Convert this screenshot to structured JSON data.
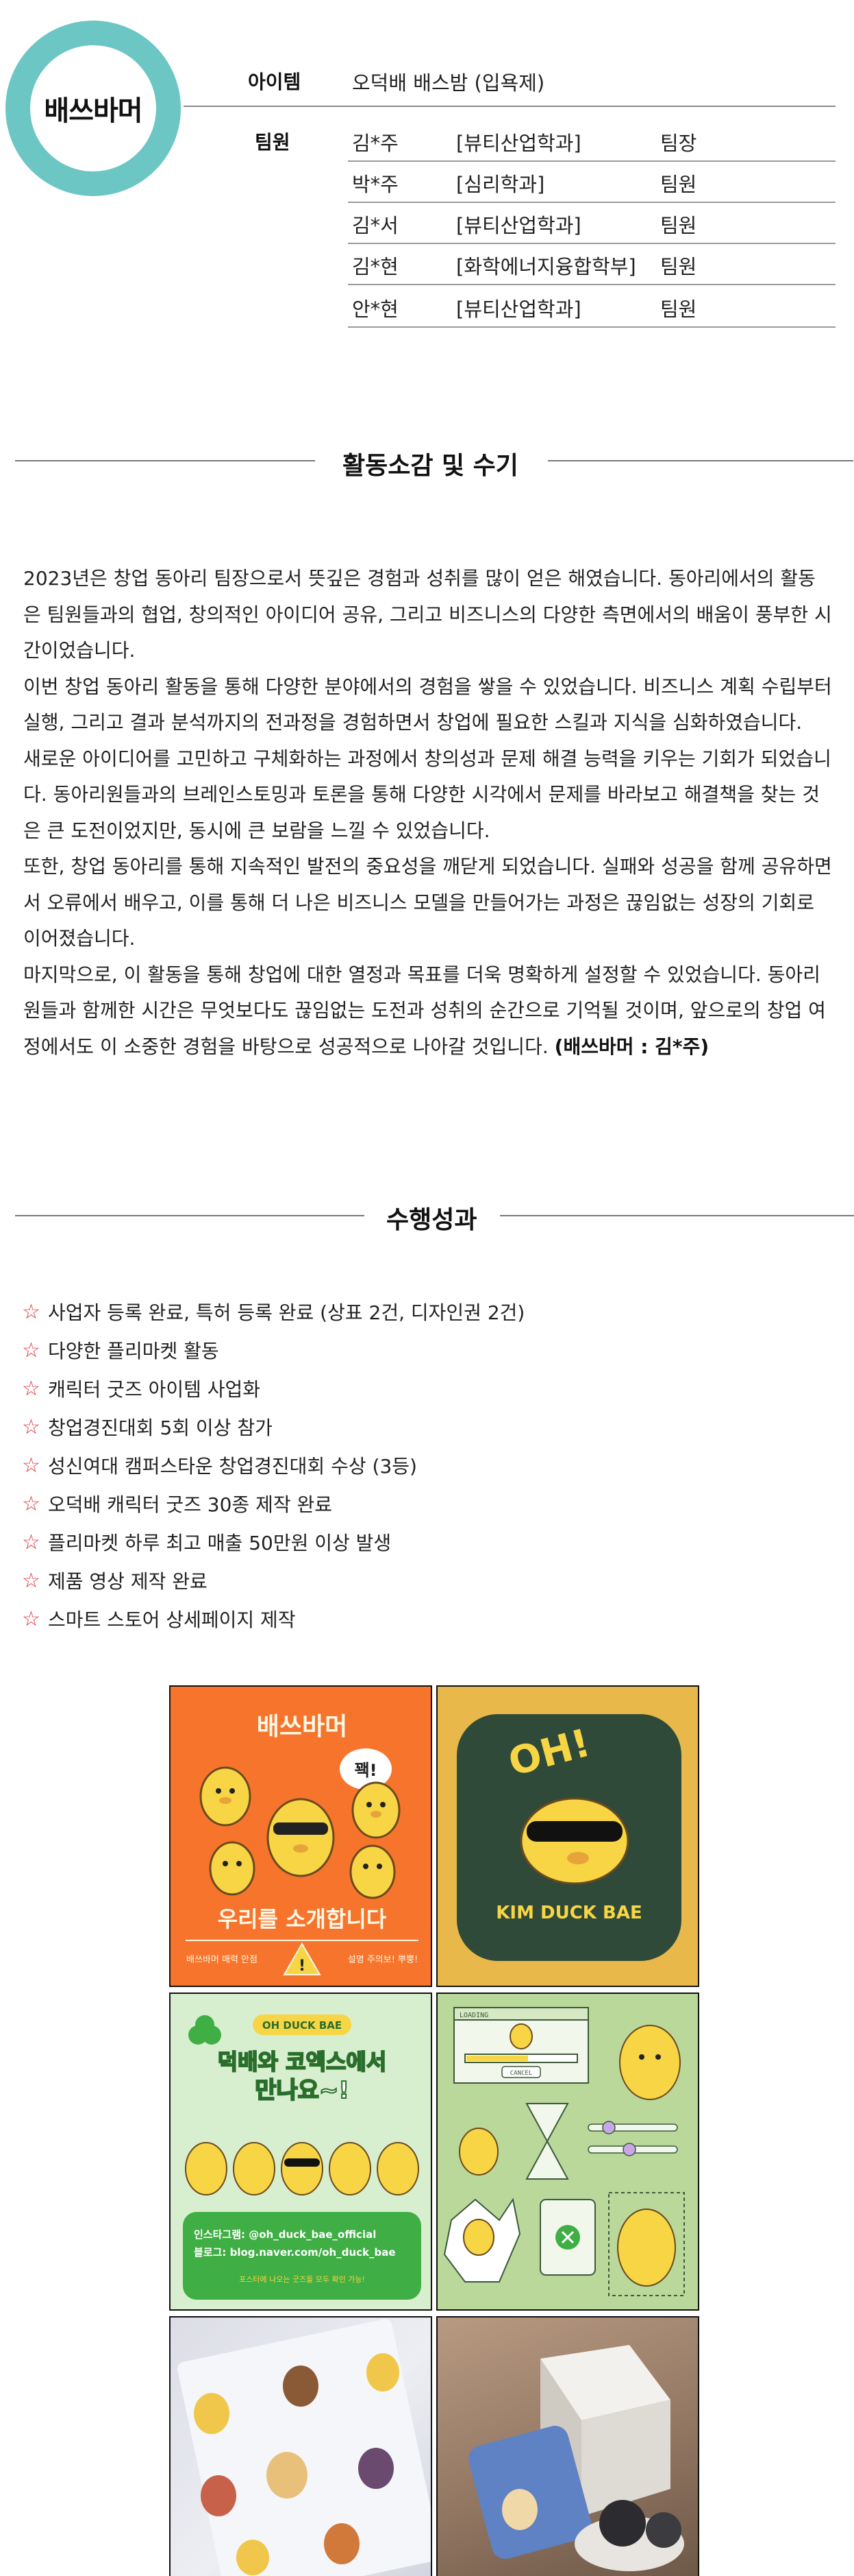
{
  "logo": {
    "text": "배쓰바머"
  },
  "item": {
    "label": "아이템",
    "value": "오덕배 배스밤 (입욕제)"
  },
  "team": {
    "label": "팀원",
    "members": [
      {
        "name": "김*주",
        "dept": "[뷰티산업학과]",
        "role": "팀장"
      },
      {
        "name": "박*주",
        "dept": "[심리학과]",
        "role": "팀원"
      },
      {
        "name": "김*서",
        "dept": "[뷰티산업학과]",
        "role": "팀원"
      },
      {
        "name": "김*현",
        "dept": "[화학에너지융합학부]",
        "role": "팀원"
      },
      {
        "name": "안*현",
        "dept": "[뷰티산업학과]",
        "role": "팀원"
      }
    ]
  },
  "review": {
    "title": "활동소감 및 수기",
    "paragraphs": [
      "2023년은 창업 동아리 팀장으로서 뜻깊은 경험과 성취를 많이 얻은 해였습니다. 동아리에서의 활동은 팀원들과의 협업, 창의적인 아이디어 공유, 그리고 비즈니스의 다양한 측면에서의 배움이 풍부한 시간이었습니다.",
      "이번 창업 동아리 활동을 통해 다양한 분야에서의 경험을 쌓을 수 있었습니다. 비즈니스 계획 수립부터 실행, 그리고 결과 분석까지의 전과정을 경험하면서 창업에 필요한 스킬과 지식을 심화하였습니다.",
      "새로운 아이디어를 고민하고 구체화하는 과정에서 창의성과 문제 해결 능력을 키우는 기회가 되었습니다. 동아리원들과의 브레인스토밍과 토론을 통해 다양한 시각에서 문제를 바라보고 해결책을 찾는 것은 큰 도전이었지만, 동시에 큰 보람을 느낄 수 있었습니다.",
      "또한, 창업 동아리를 통해 지속적인 발전의 중요성을 깨닫게 되었습니다. 실패와 성공을 함께 공유하면서 오류에서 배우고, 이를 통해 더 나은 비즈니스 모델을 만들어가는 과정은 끊임없는 성장의 기회로 이어졌습니다.",
      "마지막으로, 이 활동을 통해 창업에 대한 열정과 목표를 더욱 명확하게 설정할 수 있었습니다. 동아리원들과 함께한 시간은 무엇보다도 끊임없는 도전과 성취의 순간으로 기억될 것이며, 앞으로의 창업 여정에서도 이 소중한 경험을 바탕으로 성공적으로 나아갈 것입니다."
    ],
    "signature": "(배쓰바머 : 김*주)"
  },
  "achievements": {
    "title": "수행성과",
    "items": [
      "사업자 등록 완료, 특허 등록 완료 (상표 2건, 디자인권 2건)",
      "다양한 플리마켓 활동",
      "캐릭터 굿즈 아이템 사업화",
      "창업경진대회 5회 이상 참가",
      "성신여대 캠퍼스타운 창업경진대회 수상 (3등)",
      "오덕배 캐릭터 굿즈 30종 제작 완료",
      "플리마켓 하루 최고 매출 50만원 이상 발생",
      "제품 영상 제작 완료",
      "스마트 스토어 상세페이지 제작"
    ]
  },
  "gallery": {
    "poster1": {
      "title": "배쓰바머",
      "bubble": "꽥!",
      "subtitle": "우리를 소개합니다",
      "left": "배쓰바머 매력 만점",
      "right": "설명 주의보! 뿌뿡!"
    },
    "poster2": {
      "oh": "OH!",
      "name": "KIM DUCK BAE"
    },
    "poster3": {
      "badge": "OH DUCK BAE",
      "line1": "덕배와 코엑스에서",
      "line2": "만나요~!",
      "insta": "인스타그램: @oh_duck_bae_official",
      "blog": "블로그: blog.naver.com/oh_duck_bae",
      "footer": "포스터에 나오는 굿즈들 모두 확인 가능!"
    },
    "poster4": {
      "window": "LOADING",
      "cancel": "CANCEL"
    },
    "colors": {
      "orange": "#f7742c",
      "mustard": "#e8b94a",
      "darkgreen": "#2f4a38",
      "green": "#3fae45",
      "sage": "#b9d89a",
      "duck": "#f7d544"
    }
  }
}
